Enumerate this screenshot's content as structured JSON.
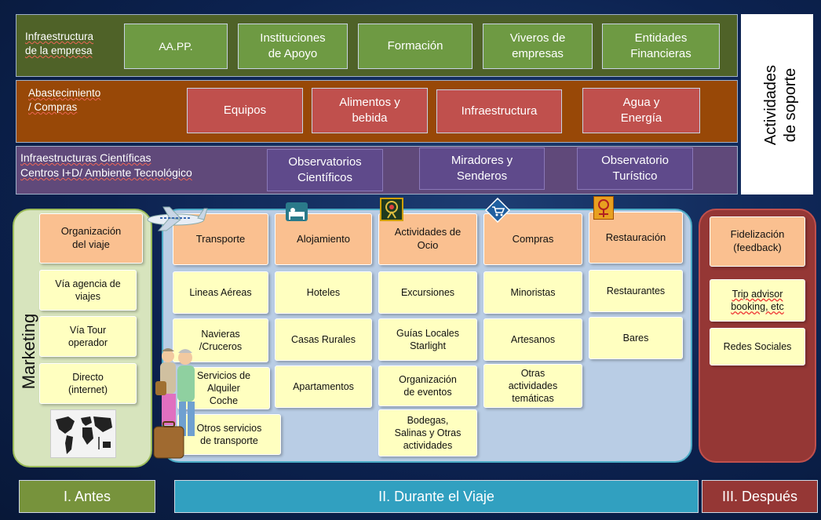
{
  "support": {
    "vertical_label": "Actividades\nde soporte",
    "infra": {
      "label": "Infraestructura\nde la empresa",
      "items": [
        "AA.PP.",
        "Instituciones\nde Apoyo",
        "Formación",
        "Viveros de\nempresas",
        "Entidades\nFinancieras"
      ],
      "color": "#6e9a43"
    },
    "supply": {
      "label": "Abastecimiento\n/ Compras",
      "items": [
        "Equipos",
        "Alimentos y\nbebida",
        "Infraestructura",
        "Agua y\nEnergía"
      ],
      "color": "#c0504d"
    },
    "science": {
      "label": "Infraestructuras Científicas\nCentros I+D/ Ambiente Tecnológico",
      "items": [
        "Observatorios\nCientíficos",
        "Miradores y\nSenderos",
        "Observatorio\nTurístico"
      ],
      "color": "#5f4a8b"
    }
  },
  "marketing": {
    "label": "Marketing",
    "header": "Organización\ndel viaje",
    "items": [
      "Vía agencia de\nviajes",
      "Vía Tour\noperador",
      "Directo\n(internet)"
    ]
  },
  "during": {
    "columns": [
      {
        "header": "Transporte",
        "icon": "airplane-icon",
        "items": [
          "Lineas Aéreas",
          "Navieras\n/Cruceros",
          "Servicios de\nAlquiler\nCoche",
          "Otros servicios\nde transporte"
        ]
      },
      {
        "header": "Alojamiento",
        "icon": "bed-icon",
        "items": [
          "Hoteles",
          "Casas Rurales",
          "Apartamentos"
        ]
      },
      {
        "header": "Actividades de\nOcio",
        "icon": "telescope-icon",
        "items": [
          "Excursiones",
          "Guías Locales\nStarlight",
          "Organización\nde eventos",
          "Bodegas,\nSalinas y Otras\nactividades"
        ]
      },
      {
        "header": "Compras",
        "icon": "shopping-cart-icon",
        "items": [
          "Minoristas",
          "Artesanos",
          "Otras\nactividades\ntemáticas"
        ]
      },
      {
        "header": "Restauración",
        "icon": "restaurant-icon",
        "items": [
          "Restaurantes",
          "Bares"
        ]
      }
    ]
  },
  "after": {
    "header": "Fidelización\n(feedback)",
    "items": [
      "Trip advisor\nbooking, etc",
      "Redes Sociales"
    ]
  },
  "phases": {
    "before": "I. Antes",
    "during": "II. Durante el Viaje",
    "after": "III. Después"
  },
  "colors": {
    "accent_green": "#9bbb59",
    "accent_teal": "#4bacc6",
    "accent_maroon": "#953735",
    "header_orange": "#fac090",
    "cell_yellow": "#ffffc0"
  }
}
